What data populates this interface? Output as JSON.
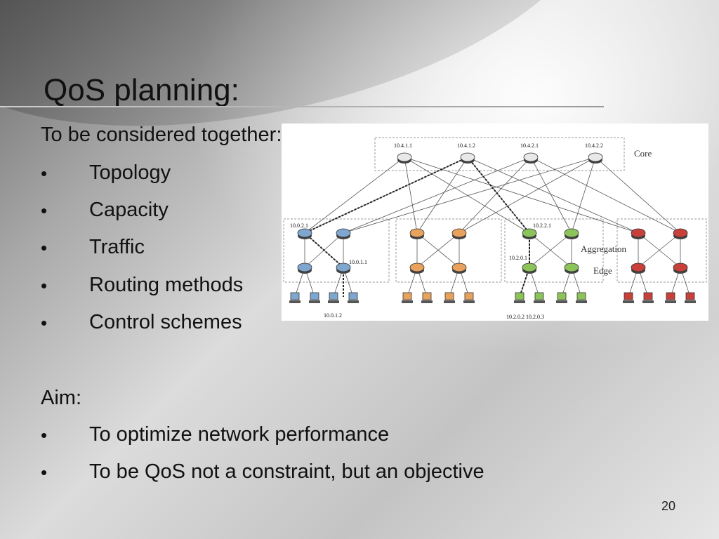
{
  "slide": {
    "title": "QoS planning:",
    "intro": "To be considered together:",
    "considerations": [
      "Topology",
      "Capacity",
      "Traffic",
      "Routing methods",
      "Control schemes"
    ],
    "aim_label": "Aim:",
    "aims": [
      "To optimize network performance",
      "To be QoS not a constraint, but an objective"
    ],
    "page_number": "20",
    "bullet": "•"
  },
  "diagram": {
    "layer_labels": {
      "core": "Core",
      "aggregation": "Aggregation",
      "edge": "Edge"
    },
    "core_ips": [
      "10.4.1.1",
      "10.4.1.2",
      "10.4.2.1",
      "10.4.2.2"
    ],
    "pod_ips": {
      "pod1_agg": "10.0.2.1",
      "pod1_edge": "10.0.1.1",
      "pod1_host": "10.0.1.2",
      "pod3_agg": "10.2.2.1",
      "pod3_edge": "10.2.0.1",
      "pod3_hosts": "10.2.0.2 10.2.0.3"
    },
    "pod_colors": [
      "#7fa6cf",
      "#e8a25e",
      "#8cc45a",
      "#c8403a"
    ]
  }
}
